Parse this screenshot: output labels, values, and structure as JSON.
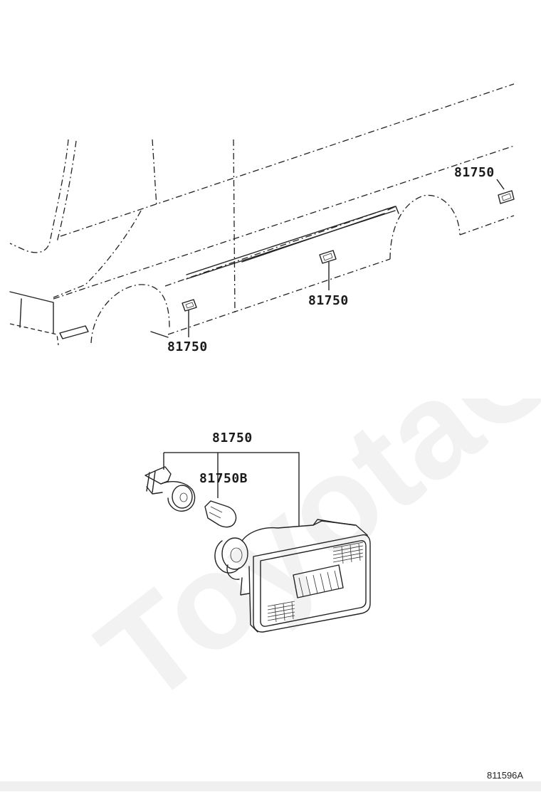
{
  "labels": {
    "part_front": "81750",
    "part_middle": "81750",
    "part_rear": "81750",
    "part_assembly": "81750",
    "bulb": "81750B"
  },
  "figure_number": "811596A",
  "watermark": "ToyotaC"
}
